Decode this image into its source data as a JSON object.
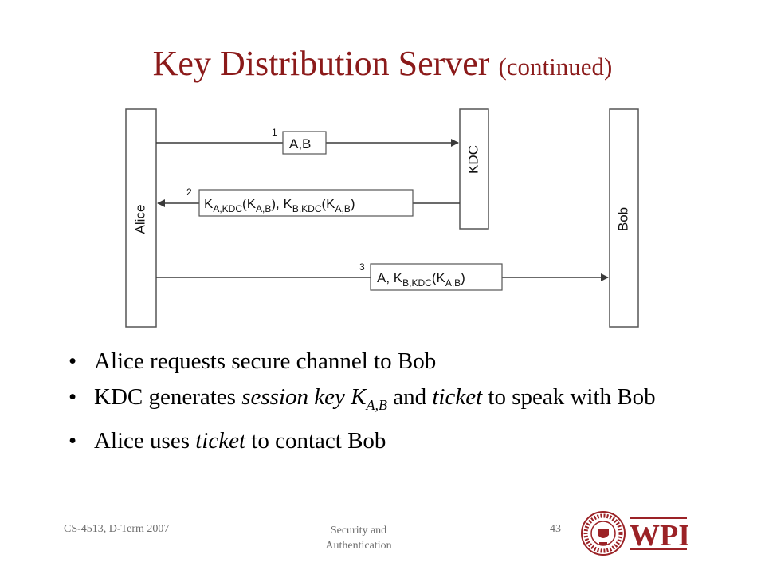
{
  "slide": {
    "title": "Key Distribution Server",
    "title_suffix": "(continued)"
  },
  "diagram": {
    "parties": {
      "left": "Alice",
      "middle": "KDC",
      "right": "Bob"
    },
    "messages": [
      {
        "num": "1",
        "text": "A,B"
      },
      {
        "num": "2",
        "text": "K_{A,KDC}(K_{A,B}), K_{B,KDC}(K_{A,B})"
      },
      {
        "num": "3",
        "text": "A, K_{B,KDC}(K_{A,B})"
      }
    ]
  },
  "bullets": [
    {
      "text": "Alice requests secure channel to Bob"
    },
    {
      "t1": "KDC generates ",
      "t2": "session key K",
      "t3": "A,B",
      "t4": " and ",
      "t5": "ticket",
      "t6": " to speak with Bob"
    },
    {
      "t1": "Alice uses ",
      "t2": "ticket",
      "t3": " to contact Bob"
    }
  ],
  "footer": {
    "course": "CS-4513, D-Term 2007",
    "topic_line1": "Security and",
    "topic_line2": "Authentication",
    "page": "43"
  },
  "logo": {
    "text": "WPI",
    "seal_year": "1865",
    "color": "#9b2226"
  }
}
